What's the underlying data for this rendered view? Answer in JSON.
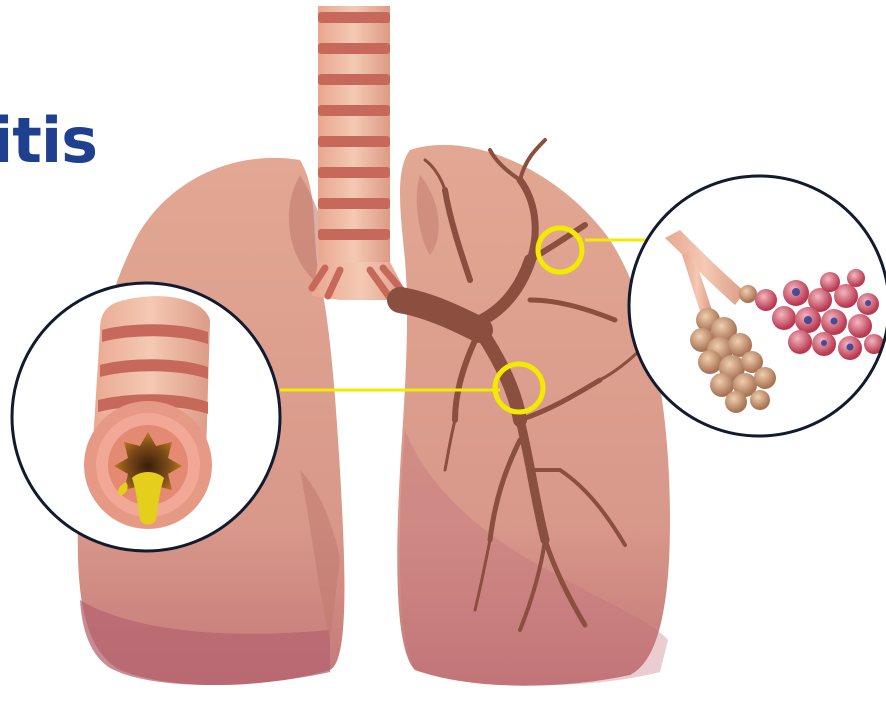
{
  "title": {
    "text": "itis",
    "color": "#1f3f8f"
  },
  "colors": {
    "lung_fill": "#dfa08c",
    "lung_shadow": "#b86e69",
    "bronchi": "#8a4f3f",
    "trachea_light": "#f2c2ad",
    "trachea_ring": "#c96a5a",
    "highlight_ring": "#f2ea00",
    "callout_border": "#111a2e",
    "alveoli_healthy": "#c49574",
    "alveoli_inflamed": "#c24a60",
    "mucus": "#e3cf1c"
  },
  "callouts": [
    {
      "name": "bronchus-cross-section",
      "icon": "bronchus-tube-icon"
    },
    {
      "name": "alveoli-cluster",
      "icon": "alveoli-icon"
    }
  ]
}
